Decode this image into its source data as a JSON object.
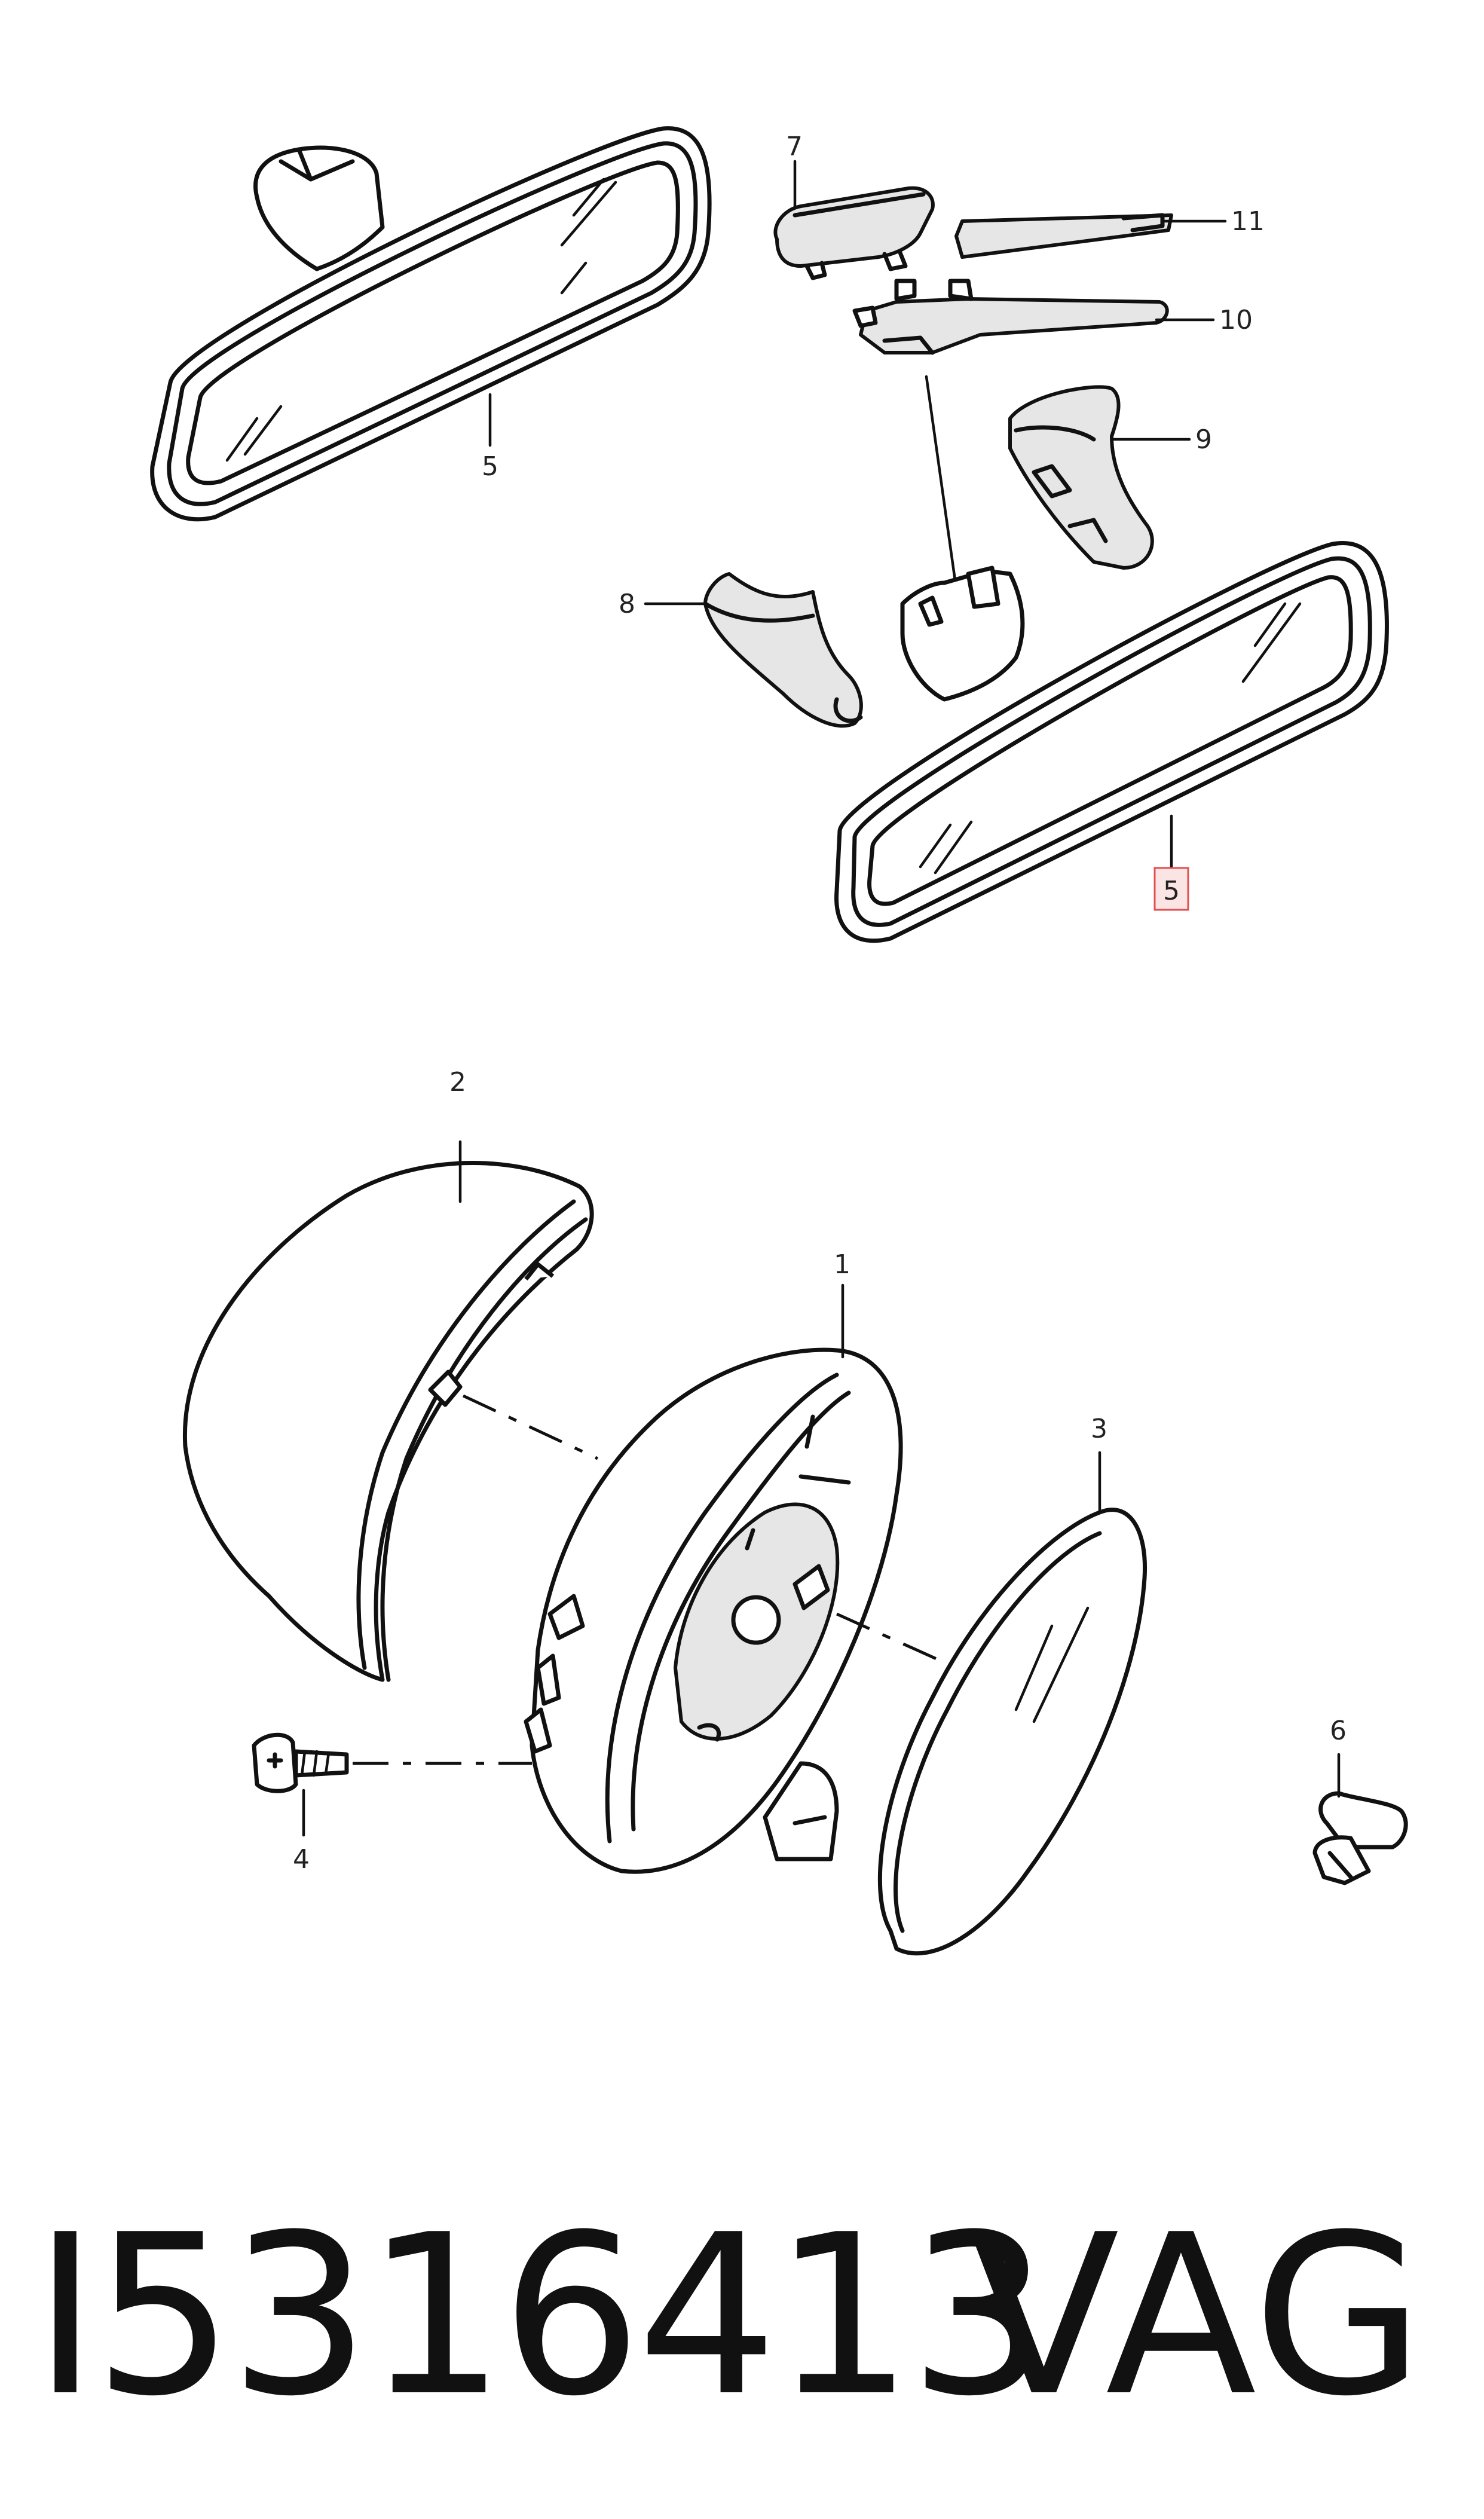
{
  "callouts": {
    "c1": "1",
    "c2": "2",
    "c3": "3",
    "c4": "4",
    "c5a": "5",
    "c5b": "5",
    "c6": "6",
    "c7": "7",
    "c8": "8",
    "c9": "9",
    "c10": "10",
    "c11": "11"
  },
  "highlight_color": "#e05050",
  "footer": {
    "part_number": "I5316413",
    "brand": "VAG"
  }
}
